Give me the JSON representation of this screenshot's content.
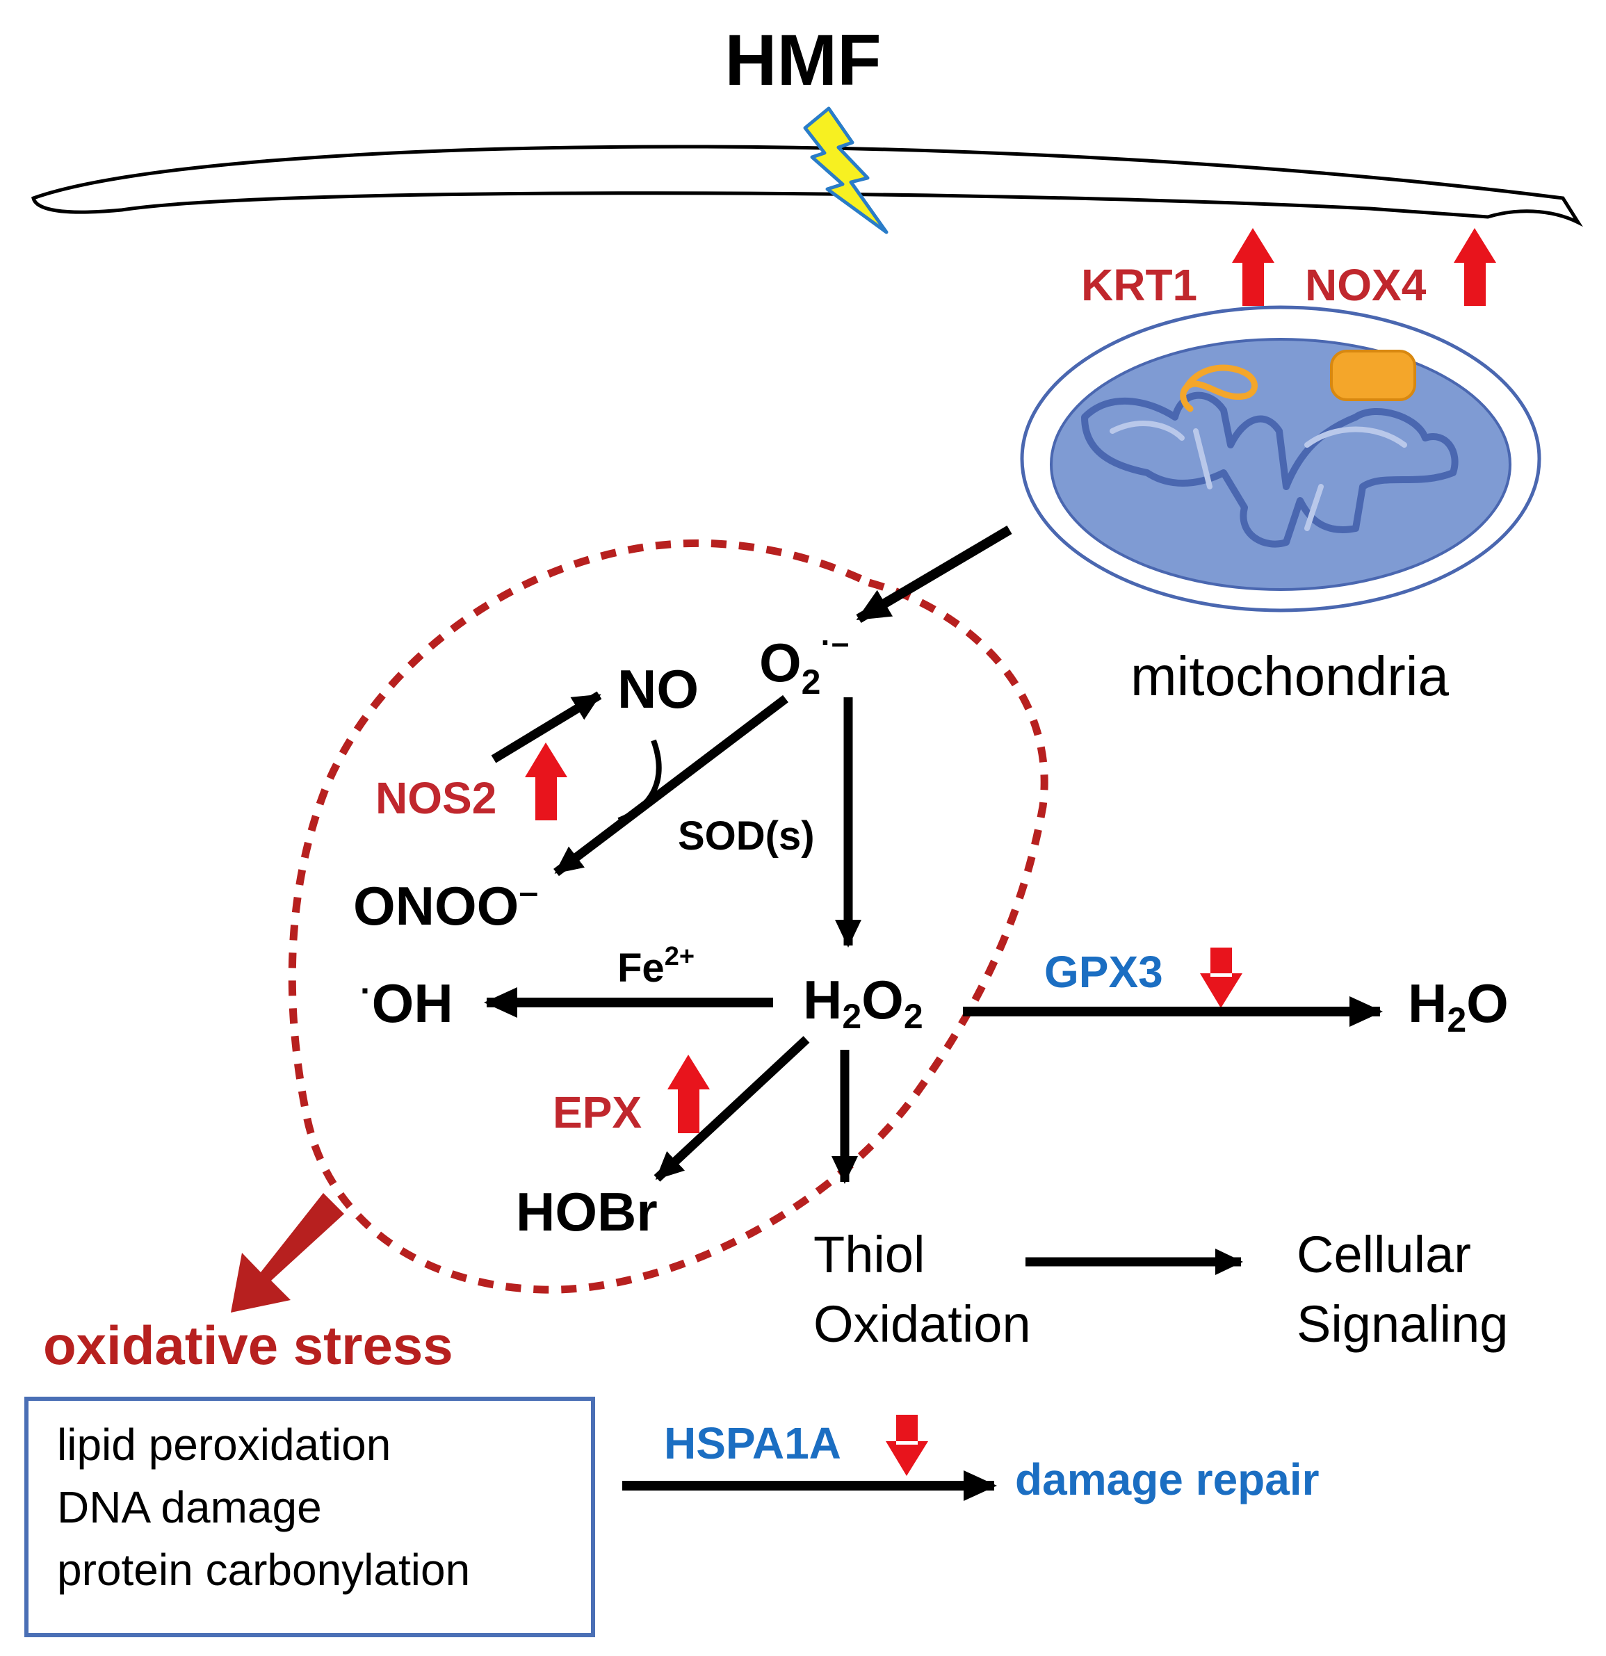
{
  "title": "HMF",
  "mitochondria_label": "mitochondria",
  "colors": {
    "upregulated": "#c0272d",
    "downregulated": "#1b6ec2",
    "arrow_red": "#e8141c",
    "oxidative_red": "#b7201f",
    "mito_fill": "#7f9bd3",
    "mito_outline": "#4a67b0",
    "box_border": "#4a6fb5",
    "lightning": "#f7f021",
    "lightning_edge": "#2a7cc8",
    "orange": "#f4a62a"
  },
  "upregulated_genes": {
    "krt1": "KRT1",
    "nox4": "NOX4",
    "nos2": "NOS2",
    "epx": "EPX"
  },
  "downregulated_genes": {
    "gpx3": "GPX3",
    "hspa1a": "HSPA1A"
  },
  "species": {
    "superoxide_base": "O",
    "superoxide_sub": "2",
    "superoxide_sup": "·–",
    "no": "NO",
    "onoo_base": "ONOO",
    "onoo_sup": "–",
    "oh_dot": "·",
    "oh_base": "OH",
    "h2o2_h": "H",
    "h2o2_sub1": "2",
    "h2o2_o": "O",
    "h2o2_sub2": "2",
    "h2o_h": "H",
    "h2o_sub": "2",
    "h2o_o": "O",
    "hobr": "HOBr"
  },
  "enzymes": {
    "sod": "SOD(s)",
    "fe_base": "Fe",
    "fe_sup": "2+"
  },
  "outcomes": {
    "thiol_line1": "Thiol",
    "thiol_line2": "Oxidation",
    "signaling_line1": "Cellular",
    "signaling_line2": "Signaling",
    "oxidative_stress": "oxidative stress",
    "damage_repair": "damage repair"
  },
  "damage_box": {
    "items": [
      "lipid peroxidation",
      "DNA damage",
      "protein carbonylation"
    ]
  }
}
